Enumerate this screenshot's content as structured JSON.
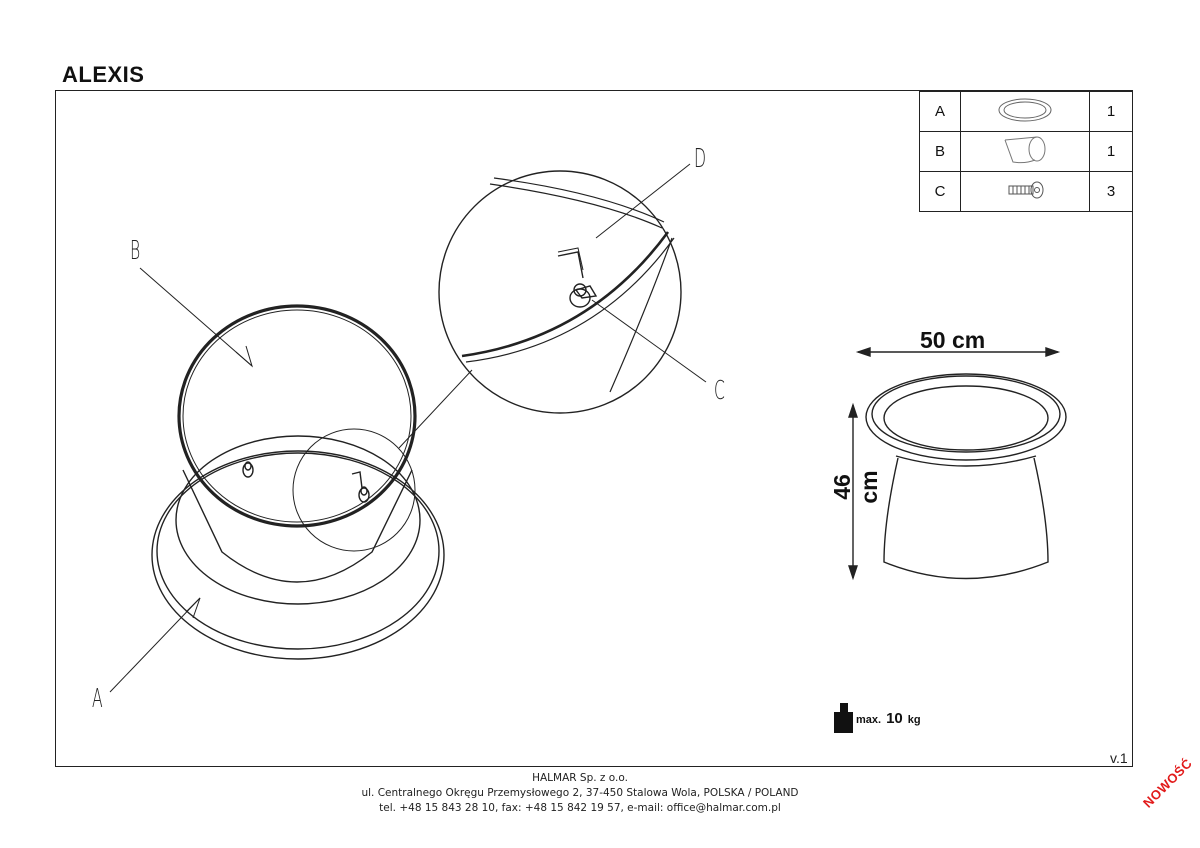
{
  "header": {
    "title": "ALEXIS"
  },
  "parts": [
    {
      "code": "A",
      "icon": "tray-top-icon",
      "qty": "1"
    },
    {
      "code": "B",
      "icon": "base-cone-icon",
      "qty": "1"
    },
    {
      "code": "C",
      "icon": "bolt-icon",
      "qty": "3"
    }
  ],
  "labels": {
    "a": "A",
    "b": "B",
    "c": "C",
    "d": "D"
  },
  "dimensions": {
    "width": "50 cm",
    "height": "46 cm"
  },
  "load": {
    "prefix": "max.",
    "value": "10",
    "unit": "kg",
    "icon": "weight-icon"
  },
  "version": "v.1",
  "footer": {
    "company": "HALMAR Sp. z o.o.",
    "address": "ul. Centralnego Okręgu Przemysłowego 2, 37-450 Stalowa Wola, POLSKA / POLAND",
    "contact": "tel. +48 15 843 28 10, fax: +48 15 842 19 57, e-mail: office@halmar.com.pl"
  },
  "badge": "NOWOŚĆ"
}
